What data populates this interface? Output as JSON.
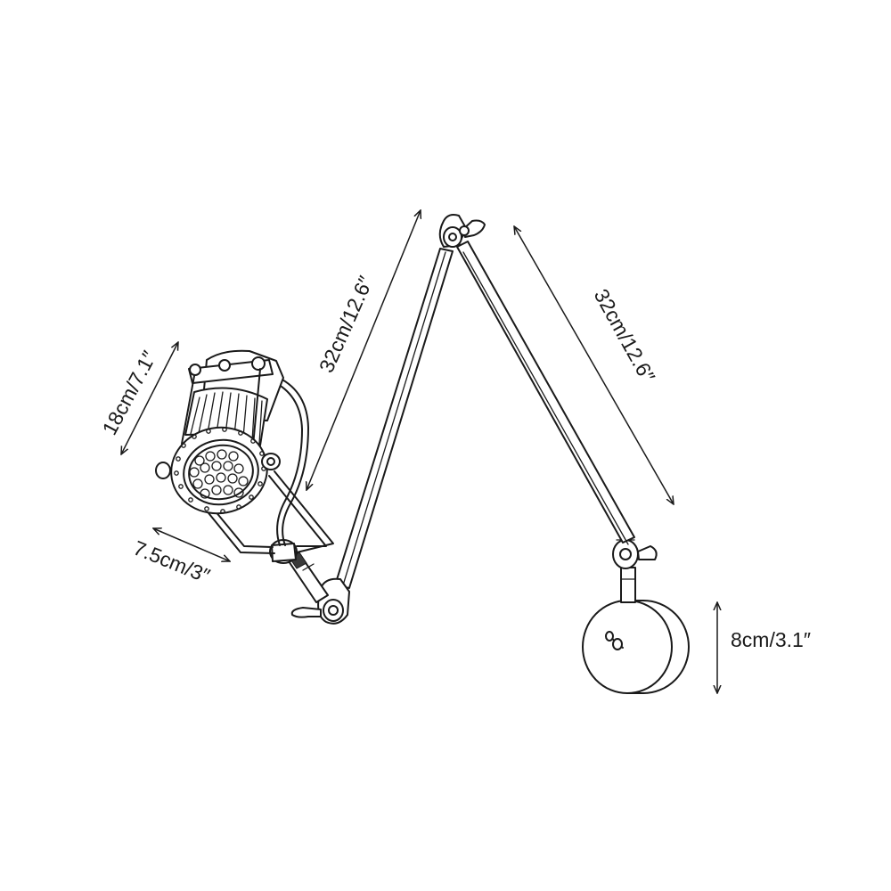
{
  "dimensions": {
    "head_height": "18cm/7.1″",
    "head_width": "7.5cm/3″",
    "upper_arm": "32cm/12.6″",
    "lower_arm": "32cm/12.6″",
    "base_height": "8cm/3.1″"
  }
}
